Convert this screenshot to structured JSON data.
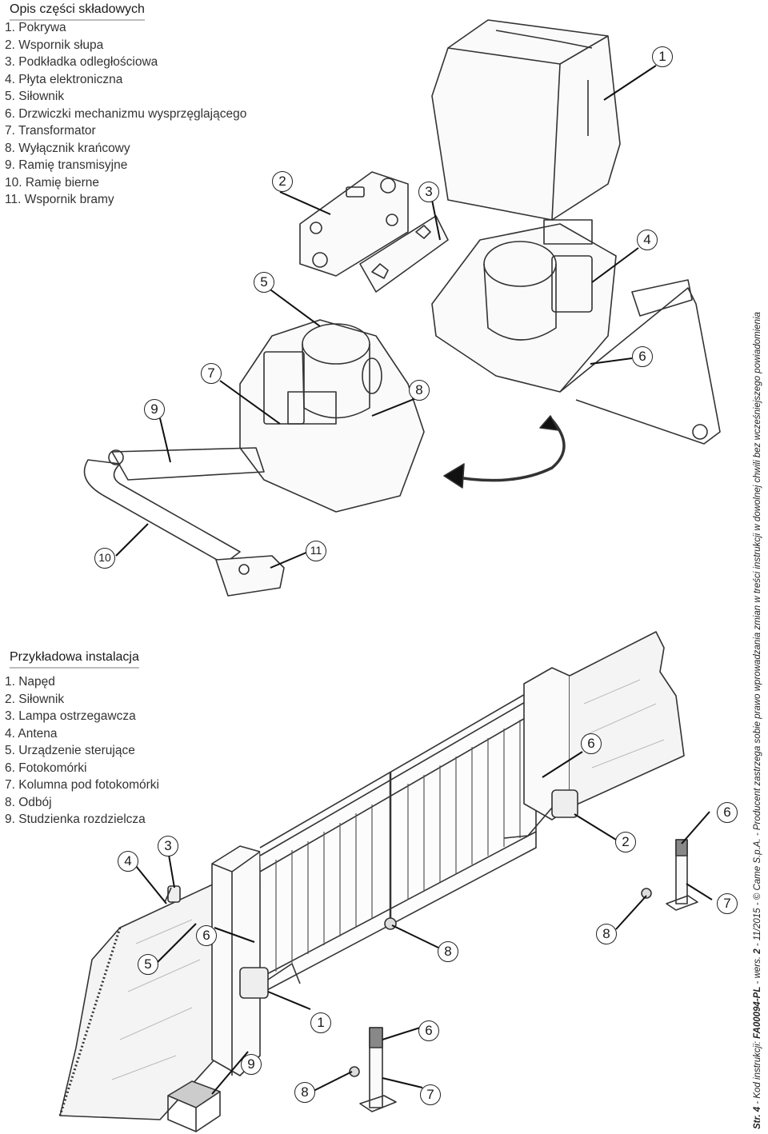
{
  "parts_section": {
    "title": "Opis części składowych",
    "items": [
      "1.  Pokrywa",
      "2.  Wspornik słupa",
      "3.  Podkładka odległościowa",
      "4.  Płyta elektroniczna",
      "5.  Siłownik",
      "6.  Drzwiczki mechanizmu wysprzęglającego",
      "7.  Transformator",
      "8.  Wyłącznik krańcowy",
      "9.  Ramię transmisyjne",
      "10. Ramię bierne",
      "11. Wspornik bramy"
    ]
  },
  "install_section": {
    "title": "Przykładowa instalacja",
    "items": [
      "1.  Napęd",
      "2.  Siłownik",
      "3.  Lampa ostrzegawcza",
      "4.  Antena",
      "5.  Urządzenie sterujące",
      "6.  Fotokomórki",
      "7.  Kolumna pod fotokomórki",
      "8.  Odbój",
      "9.  Studzienka rozdzielcza"
    ]
  },
  "callouts_top": [
    "1",
    "2",
    "3",
    "4",
    "5",
    "6",
    "7",
    "8",
    "9",
    "10",
    "11"
  ],
  "callouts_bottom": [
    "4",
    "3",
    "5",
    "6",
    "1",
    "9",
    "8",
    "6",
    "7",
    "8",
    "6",
    "2",
    "8",
    "6",
    "7"
  ],
  "footer": {
    "page": "Str. 4",
    "code_label": " - Kod instrukcji: ",
    "code": "FA00094-PL",
    "version_label": " - wers. ",
    "version": "2",
    "rest": " - 11/2015 - © Came S.p.A. - Producent zastrzega sobie prawo wprowadzania zmian w treści instrukcji w dowolnej chwili bez wcześniejszego powiadomienia"
  }
}
